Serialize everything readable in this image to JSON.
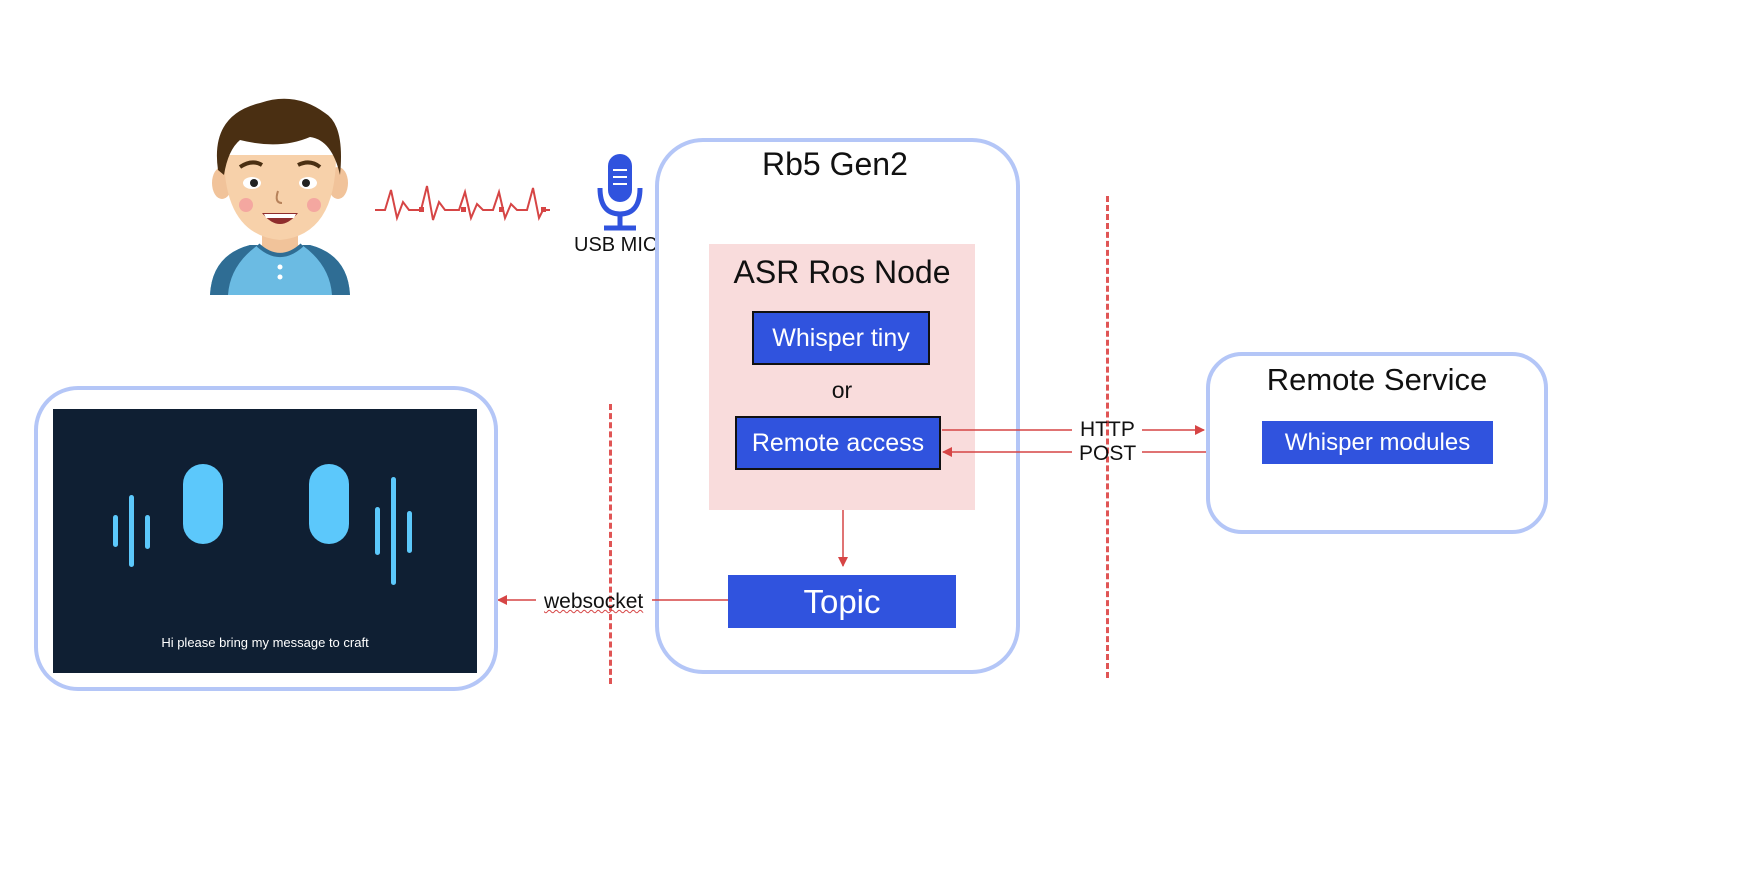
{
  "device": {
    "title": "Rb5 Gen2",
    "node_title": "ASR Ros Node",
    "whisper_tiny_label": "Whisper tiny",
    "or_label": "or",
    "remote_access_label": "Remote access",
    "topic_label": "Topic"
  },
  "mic": {
    "label": "USB MIC",
    "icon": "microphone-icon"
  },
  "remote_service": {
    "title": "Remote Service",
    "whisper_modules_label": "Whisper modules"
  },
  "protocols": {
    "http_label": "HTTP",
    "post_label": "POST",
    "websocket_label": "websocket"
  },
  "screen": {
    "caption": "Hi please bring my message to craft"
  },
  "colors": {
    "box_border": "#b4c6f7",
    "node_bg": "#f9dcdc",
    "button_blue": "#3053de",
    "arrow_red": "#d64545",
    "screen_bg": "#0f1f33",
    "wave_blue": "#5cc8fb"
  }
}
